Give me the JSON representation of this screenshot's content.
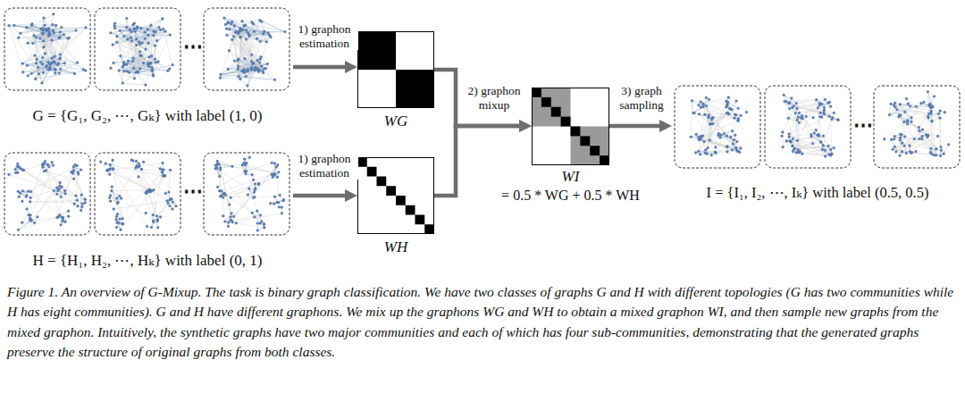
{
  "diagram": {
    "caption": "Figure 1. An overview of G-Mixup. The task is binary graph classification. We have two classes of graphs G and H with different topologies (G has two communities while H has eight communities). G and H have different graphons. We mix up the graphons WG and WH to obtain a mixed graphon WI, and then sample new graphs from the mixed graphon. Intuitively, the synthetic graphs have two major communities and each of which has four sub-communities, demonstrating that the generated graphs preserve the structure of original graphs from both classes.",
    "nodes": [
      {
        "text": [
          "G = {G₁, G₂, ⋯, Gₖ} with label (1, 0)"
        ]
      },
      {
        "text": [
          "WG"
        ]
      },
      {
        "text": [
          "H = {H₁, H₂, ⋯, Hₖ} with label (0, 1)"
        ]
      },
      {
        "text": [
          "WH"
        ]
      },
      {
        "text": [
          "WI",
          "= 0.5 * WG + 0.5 * WH"
        ]
      },
      {
        "text": [
          "I = {I₁, I₂, ⋯, Iₖ} with label (0.5, 0.5)"
        ]
      }
    ],
    "edges": [
      {
        "from": 0,
        "to": 1,
        "arrow": "to",
        "label": "1) graphon estimation"
      },
      {
        "from": 2,
        "to": 3,
        "arrow": "to",
        "label": "1) graphon estimation"
      },
      {
        "from": 1,
        "to": 4,
        "arrow": "to",
        "label": "2) graphon mixup"
      },
      {
        "from": 3,
        "to": 4,
        "arrow": "to"
      },
      {
        "from": 4,
        "to": 5,
        "arrow": "to",
        "label": "3) graph sampling"
      }
    ],
    "labels": [
      "⋯",
      "⋯",
      "⋯"
    ]
  }
}
